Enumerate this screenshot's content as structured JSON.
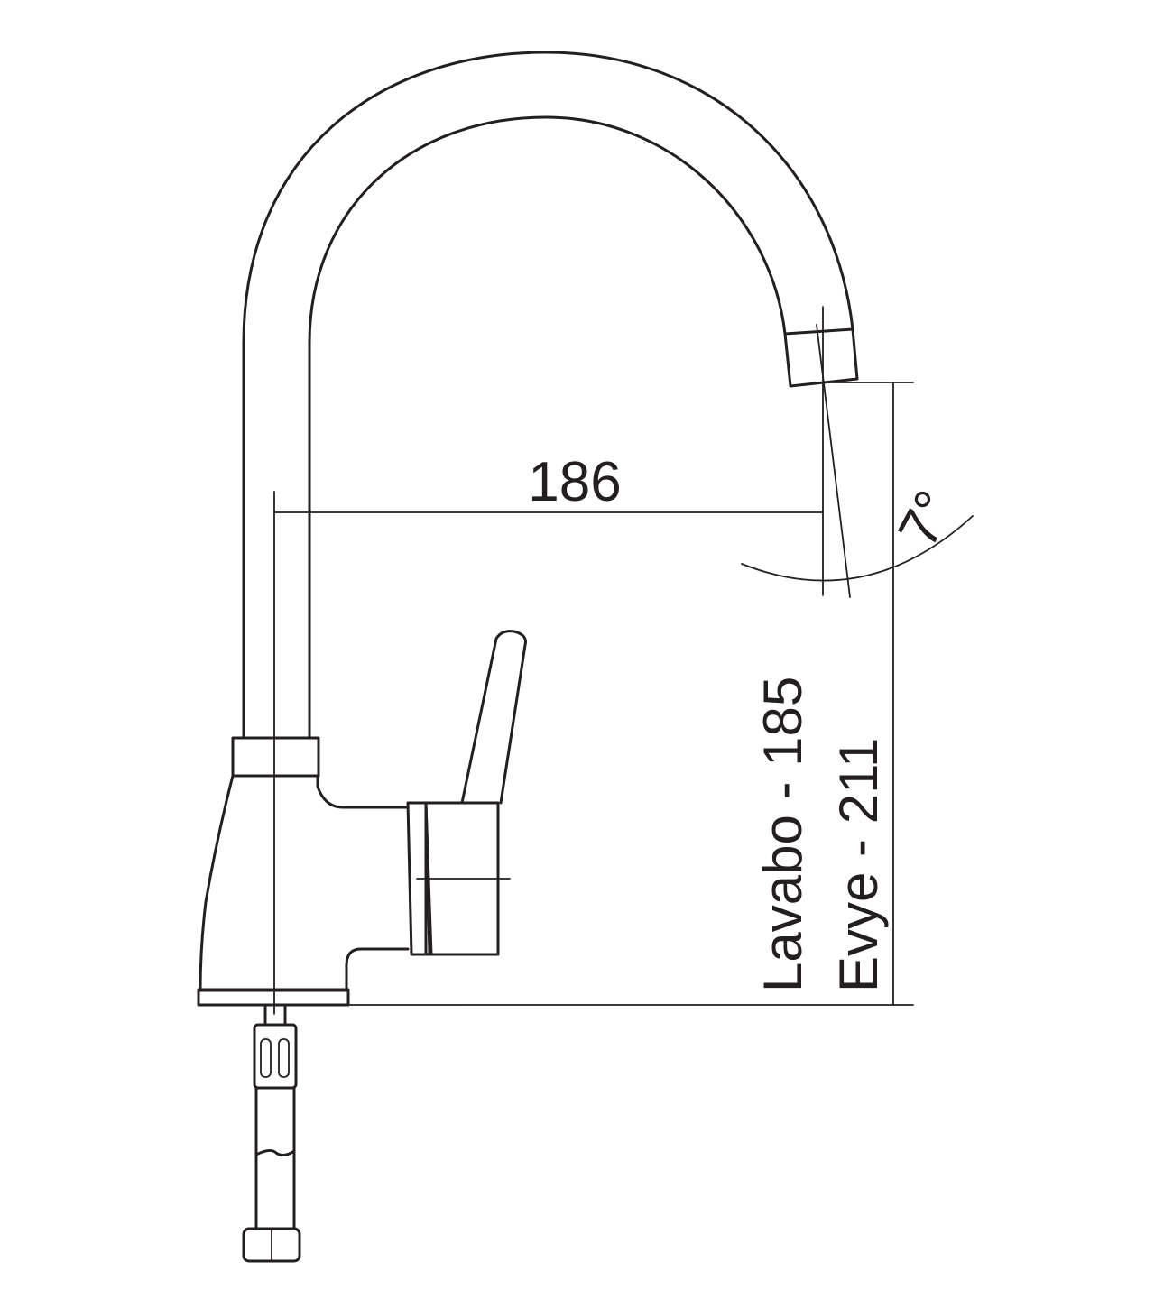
{
  "dimensions": {
    "spout_reach": "186",
    "spout_angle": "7°",
    "height_basin": "Lavabo - 185",
    "height_sink": "Evye - 211"
  },
  "colors": {
    "line": "#231f20",
    "background": "#ffffff"
  }
}
